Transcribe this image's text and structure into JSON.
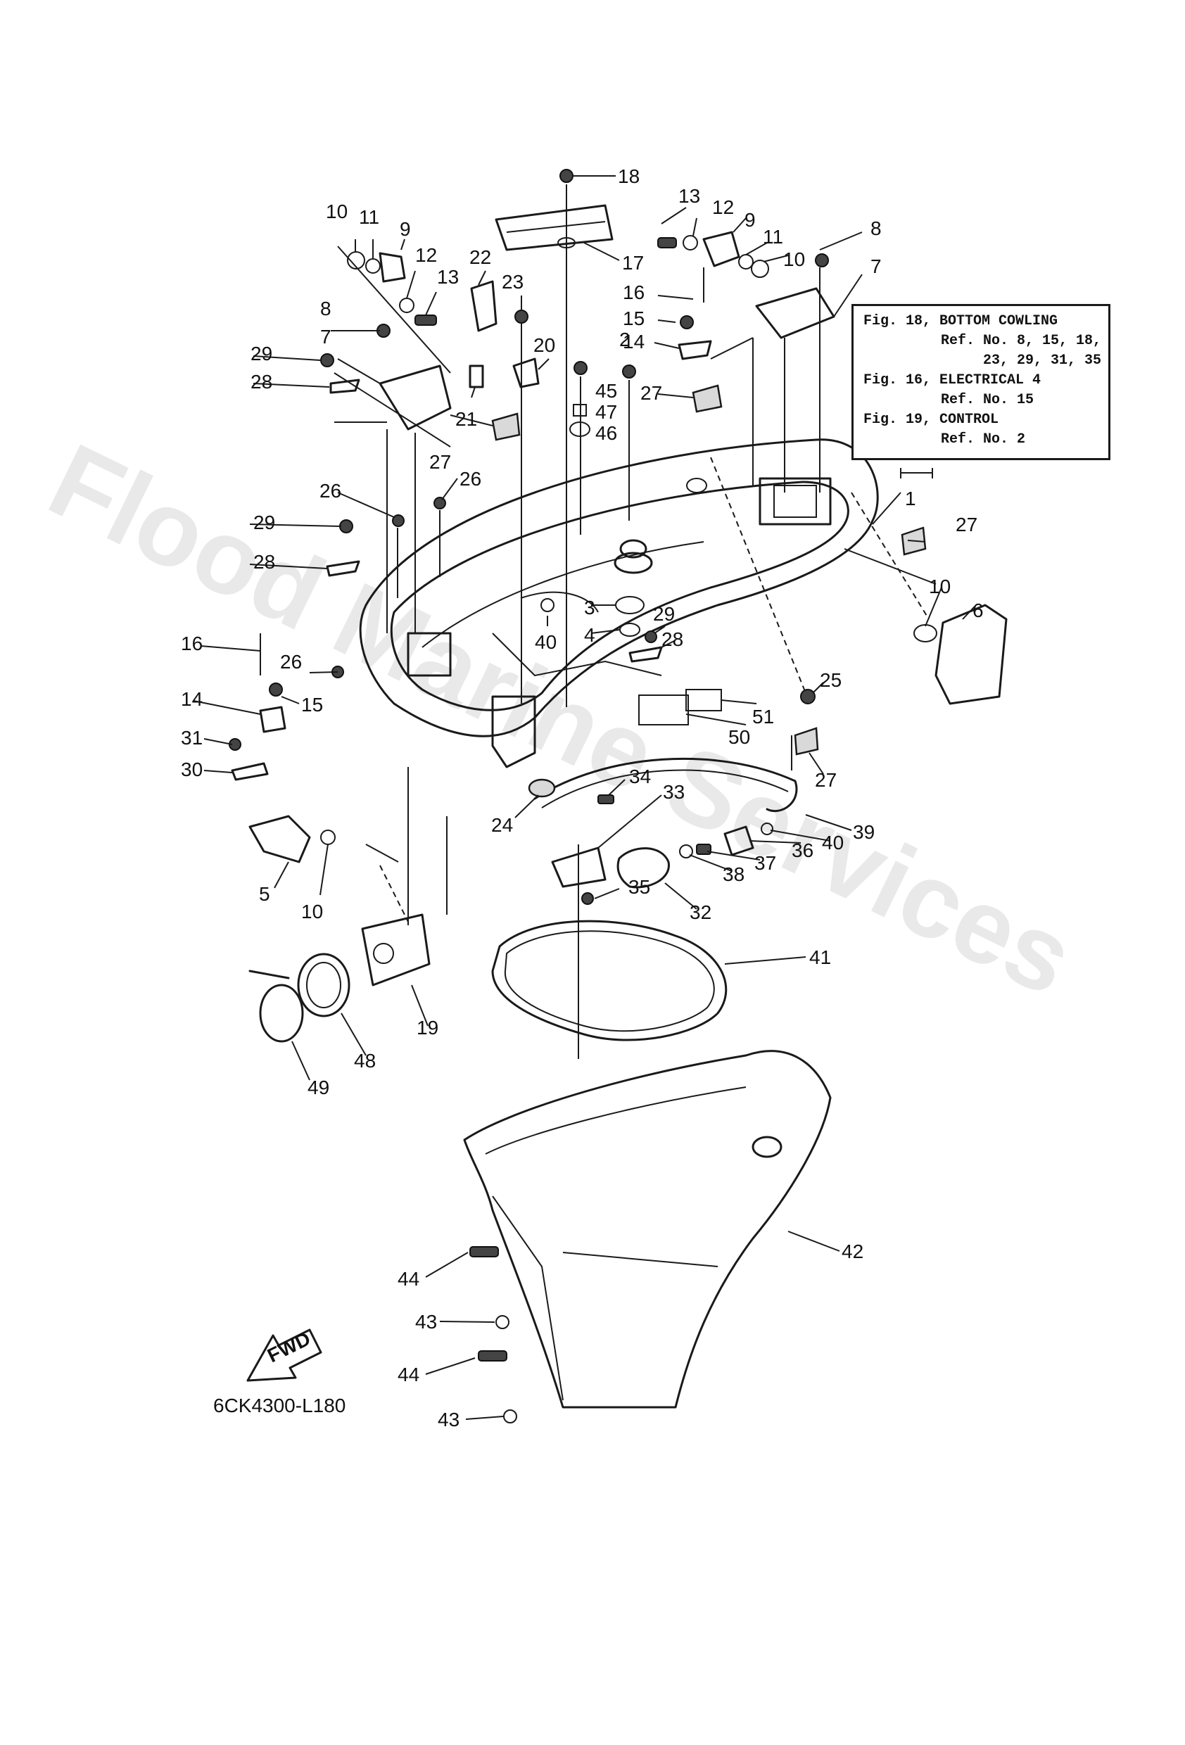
{
  "watermark": "Flood Marine Services",
  "figure_code": "6CK4300-L180",
  "fwd_label": "FWD",
  "reference_box": [
    {
      "title": "Fig. 18, BOTTOM COWLING",
      "refs": [
        "Ref. No. 8, 15, 18,",
        "23, 29, 31, 35"
      ]
    },
    {
      "title": "Fig. 16, ELECTRICAL 4",
      "refs": [
        "Ref. No. 15"
      ]
    },
    {
      "title": "Fig. 19, CONTROL",
      "refs": [
        "Ref. No. 2"
      ]
    }
  ],
  "callouts": [
    {
      "n": "18"
    },
    {
      "n": "17"
    },
    {
      "n": "13"
    },
    {
      "n": "12"
    },
    {
      "n": "9"
    },
    {
      "n": "11"
    },
    {
      "n": "10"
    },
    {
      "n": "8"
    },
    {
      "n": "7"
    },
    {
      "n": "10"
    },
    {
      "n": "11"
    },
    {
      "n": "9"
    },
    {
      "n": "12"
    },
    {
      "n": "13"
    },
    {
      "n": "22"
    },
    {
      "n": "23"
    },
    {
      "n": "20"
    },
    {
      "n": "21"
    },
    {
      "n": "8"
    },
    {
      "n": "7"
    },
    {
      "n": "29"
    },
    {
      "n": "28"
    },
    {
      "n": "2"
    },
    {
      "n": "45"
    },
    {
      "n": "47"
    },
    {
      "n": "46"
    },
    {
      "n": "27"
    },
    {
      "n": "16"
    },
    {
      "n": "15"
    },
    {
      "n": "14"
    },
    {
      "n": "27"
    },
    {
      "n": "1"
    },
    {
      "n": "27"
    },
    {
      "n": "26"
    },
    {
      "n": "26"
    },
    {
      "n": "29"
    },
    {
      "n": "28"
    },
    {
      "n": "10"
    },
    {
      "n": "6"
    },
    {
      "n": "3"
    },
    {
      "n": "4"
    },
    {
      "n": "29"
    },
    {
      "n": "28"
    },
    {
      "n": "40"
    },
    {
      "n": "16"
    },
    {
      "n": "26"
    },
    {
      "n": "15"
    },
    {
      "n": "14"
    },
    {
      "n": "25"
    },
    {
      "n": "31"
    },
    {
      "n": "51"
    },
    {
      "n": "50"
    },
    {
      "n": "30"
    },
    {
      "n": "27"
    },
    {
      "n": "34"
    },
    {
      "n": "33"
    },
    {
      "n": "24"
    },
    {
      "n": "39"
    },
    {
      "n": "40"
    },
    {
      "n": "36"
    },
    {
      "n": "37"
    },
    {
      "n": "38"
    },
    {
      "n": "32"
    },
    {
      "n": "35"
    },
    {
      "n": "5"
    },
    {
      "n": "10"
    },
    {
      "n": "41"
    },
    {
      "n": "19"
    },
    {
      "n": "48"
    },
    {
      "n": "49"
    },
    {
      "n": "42"
    },
    {
      "n": "44"
    },
    {
      "n": "43"
    },
    {
      "n": "44"
    },
    {
      "n": "43"
    }
  ]
}
